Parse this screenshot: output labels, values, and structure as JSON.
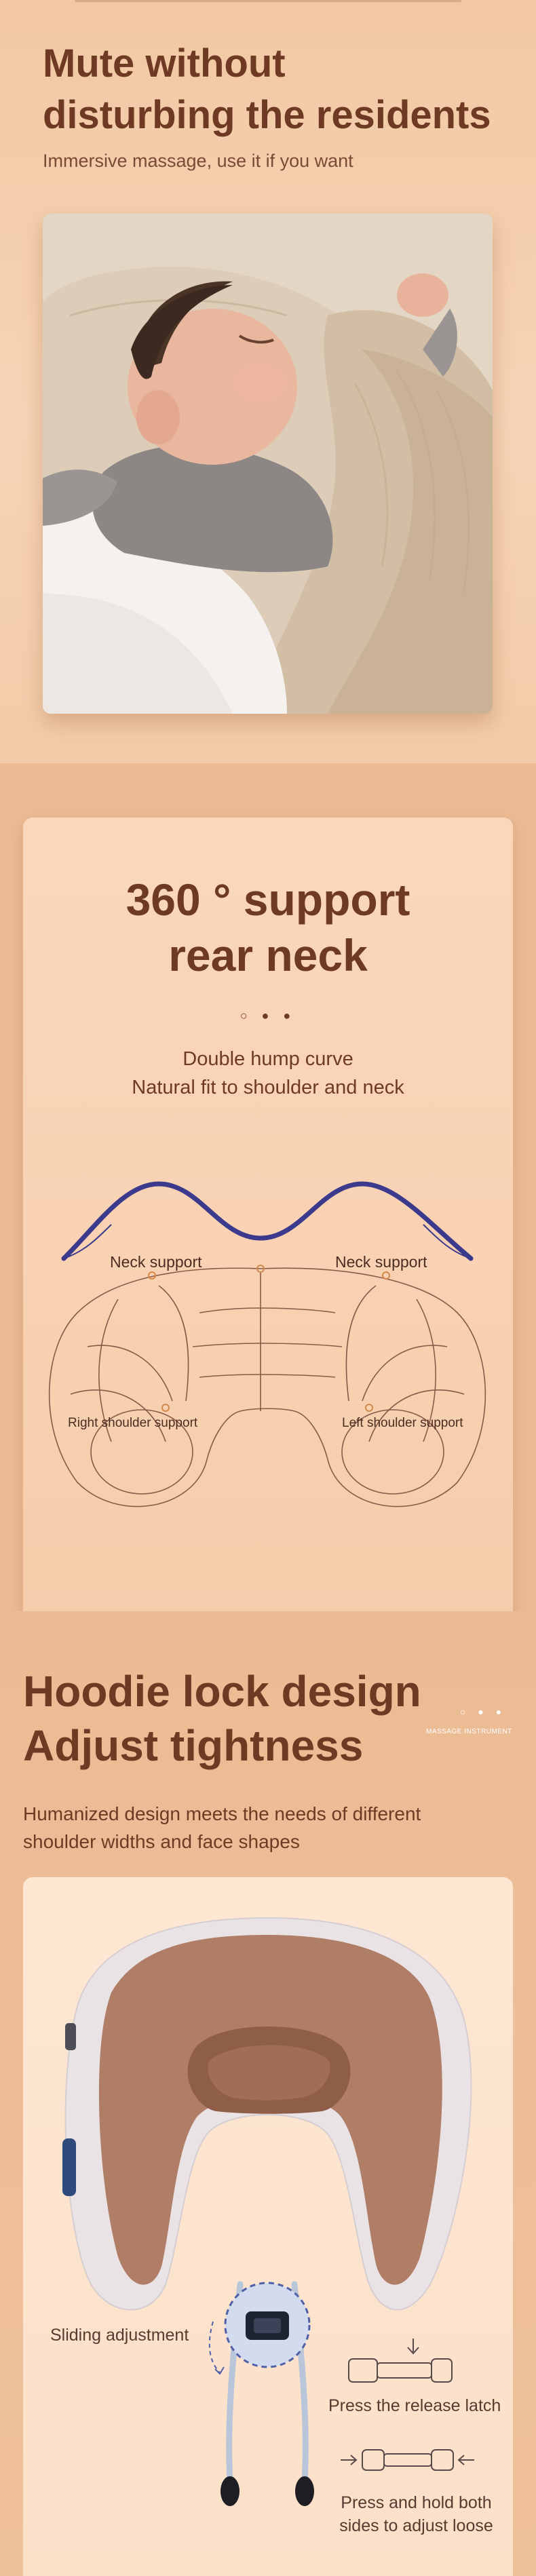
{
  "section1": {
    "title_line1": "Mute without",
    "title_line2": "disturbing the residents",
    "subtitle": "Immersive massage, use it if you want"
  },
  "section2": {
    "title_line1": "360 ° support",
    "title_line2": "rear neck",
    "dots": "○ ● ●",
    "desc_line1": "Double hump curve",
    "desc_line2": "Natural fit to shoulder and neck",
    "labels": {
      "neck_left": "Neck support",
      "neck_right": "Neck support",
      "shoulder_right": "Right shoulder support",
      "shoulder_left": "Left shoulder support"
    }
  },
  "section3": {
    "title_line1": "Hoodie lock design",
    "title_line2": "Adjust tightness",
    "dots": "○ ● ●",
    "brand": "MASSAGE INSTRUMENT",
    "subtitle_line1": "Humanized design meets the needs of different",
    "subtitle_line2": "shoulder widths and face shapes",
    "labels": {
      "sliding": "Sliding adjustment",
      "press_release": "Press the release latch",
      "press_hold_line1": "Press and hold both",
      "press_hold_line2": "sides to adjust loose"
    }
  },
  "colors": {
    "background": "#f0c9a6",
    "title": "#6e3a24",
    "card": "#fad7bb",
    "curve": "#3b3a8c",
    "pillow_velvet": "#b07e66",
    "pillow_white": "#e9e3e6"
  }
}
